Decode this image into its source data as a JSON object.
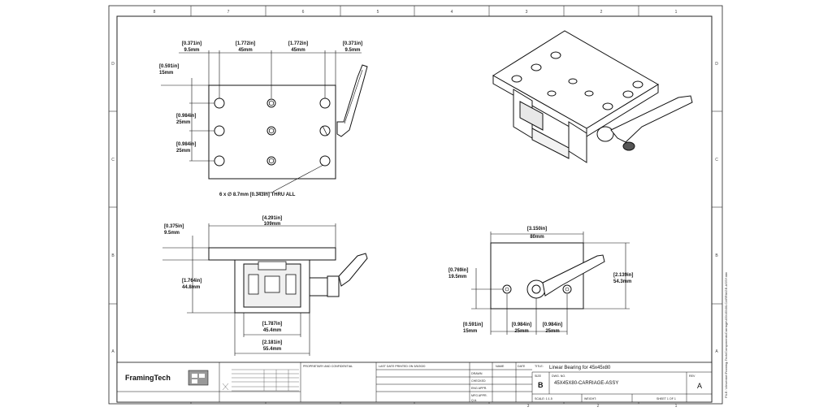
{
  "zones": {
    "columns": [
      "8",
      "7",
      "6",
      "5",
      "4",
      "3",
      "2",
      "1"
    ],
    "rows": [
      "D",
      "C",
      "B",
      "A"
    ]
  },
  "top_view": {
    "dims_top": [
      {
        "in": "[0.371in]",
        "mm": "9.5mm"
      },
      {
        "in": "[1.772in]",
        "mm": "45mm"
      },
      {
        "in": "[1.772in]",
        "mm": "45mm"
      },
      {
        "in": "[0.371in]",
        "mm": "9.5mm"
      }
    ],
    "dims_left": [
      {
        "in": "[0.591in]",
        "mm": "15mm"
      },
      {
        "in": "[0.984in]",
        "mm": "25mm"
      },
      {
        "in": "[0.984in]",
        "mm": "25mm"
      }
    ],
    "hole_note": "6 x ∅ 8.7mm [0.343in] THRU ALL"
  },
  "front_view": {
    "dim_plate_in": "[0.375in]",
    "dim_plate_mm": "9.5mm",
    "dim_width_in": "[4.291in]",
    "dim_width_mm": "109mm",
    "dim_height_in": "[1.764in]",
    "dim_height_mm": "44.8mm",
    "dim_inner_in": "[1.787in]",
    "dim_inner_mm": "45.4mm",
    "dim_outer_in": "[2.181in]",
    "dim_outer_mm": "55.4mm"
  },
  "side_view": {
    "dim_width_in": "[3.150in]",
    "dim_width_mm": "80mm",
    "dim_height_in": "[2.139in]",
    "dim_height_mm": "54.3mm",
    "dim_hole_in": "[0.769in]",
    "dim_hole_mm": "19.5mm",
    "dim_bottom_in": "[0.591in]",
    "dim_bottom_mm": "15mm",
    "dim_space1_in": "[0.984in]",
    "dim_space1_mm": "25mm",
    "dim_space2_in": "[0.984in]",
    "dim_space2_mm": "25mm"
  },
  "title_block": {
    "logo_text": "FramingTech",
    "last_printed": "LAST DATE PRINTED ON 3/5/2020",
    "proprietary_title": "PROPRIETARY AND CONFIDENTIAL",
    "title_label": "TITLE:",
    "title_value": "Linear Bearing for 45x45x80",
    "size_label": "SIZE",
    "size_value": "B",
    "dwg_label": "DWG. NO.",
    "dwg_value": "45X45X80-CARRIAGE-ASSY",
    "rev_label": "REV",
    "rev_value": "A",
    "scale": "SCALE: 1:1.5",
    "weight": "WEIGHT:",
    "sheet": "SHEET 1 OF 1",
    "name_col": "NAME",
    "date_col": "DATE",
    "drawn": "DRAWN",
    "checked": "CHECKED",
    "eng_appr": "ENG APPR.",
    "mfg_appr": "MFG APPR.",
    "qa": "Q.A."
  },
  "margin_path": "FILE: \\\\\\Inventor\\Framing-Tech\\Components\\Carriage\\45X45X80-CARRIAGE-ASSY.idw"
}
